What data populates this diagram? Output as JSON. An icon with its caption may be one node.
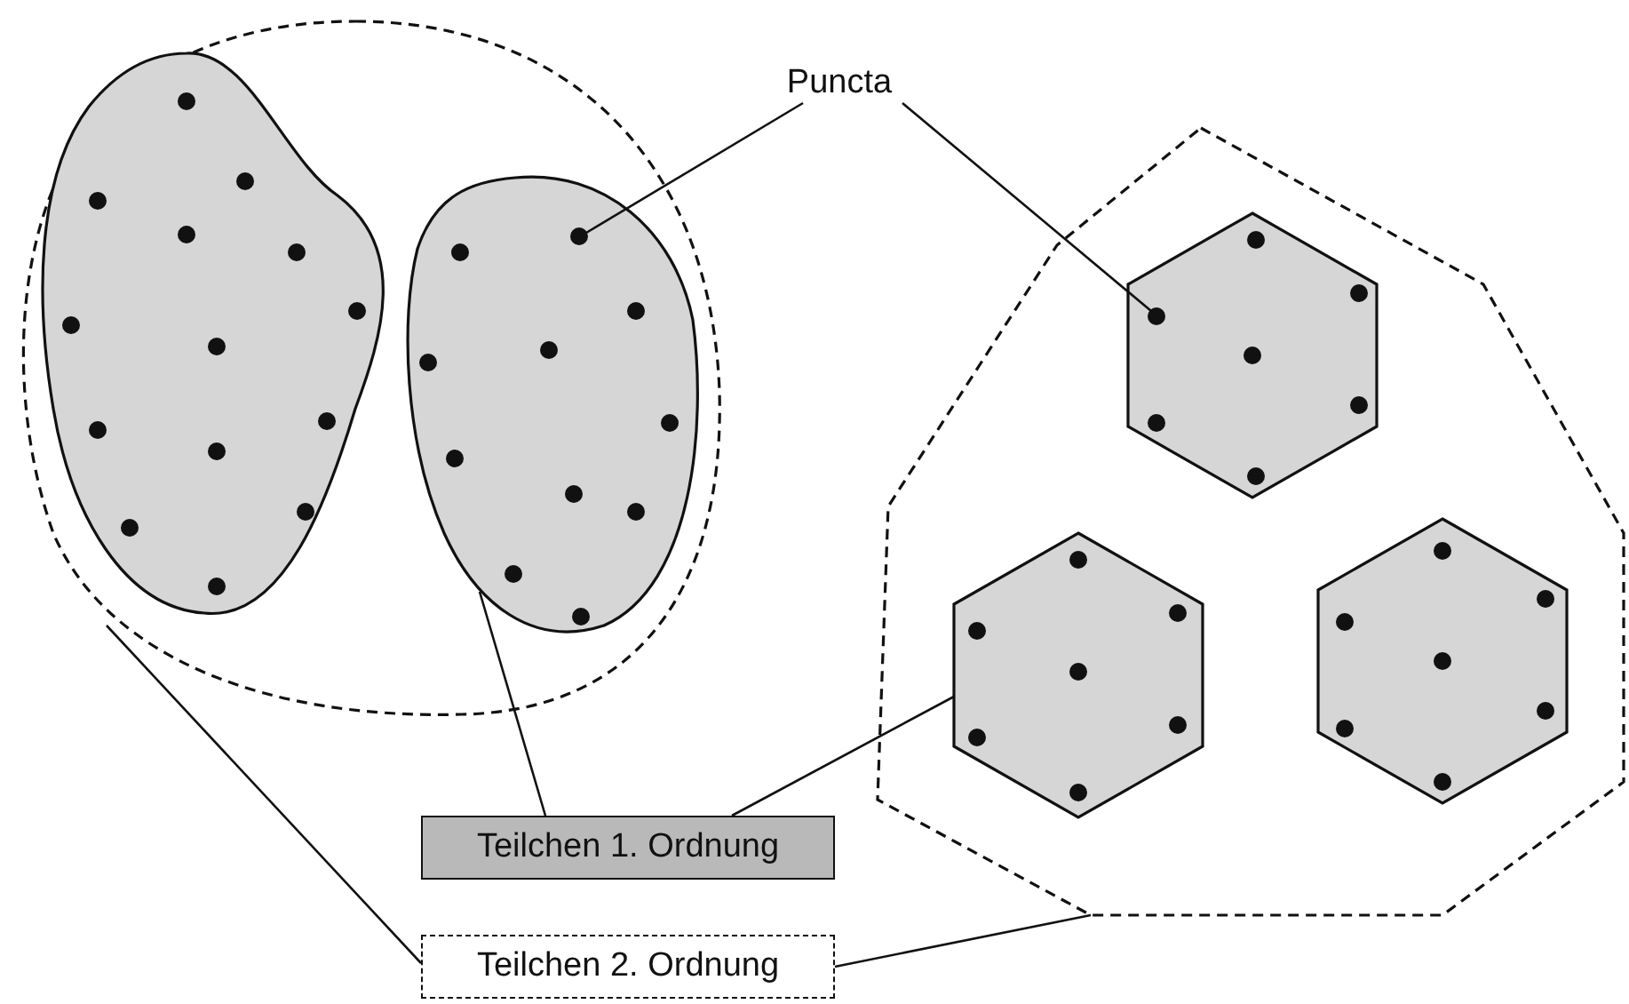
{
  "diagram": {
    "nodes": [
      {
        "text": [],
        "shape": "oval"
      },
      {
        "text": [],
        "shape": "blob",
        "in": 0
      },
      {
        "text": [],
        "shape": "circle",
        "in": 1
      },
      {
        "text": [],
        "shape": "circle",
        "in": 1
      },
      {
        "text": [],
        "shape": "circle",
        "in": 1
      },
      {
        "text": [],
        "shape": "circle",
        "in": 1
      },
      {
        "text": [],
        "shape": "circle",
        "in": 1
      },
      {
        "text": [],
        "shape": "circle",
        "in": 1
      },
      {
        "text": [],
        "shape": "circle",
        "in": 1
      },
      {
        "text": [],
        "shape": "circle",
        "in": 1
      },
      {
        "text": [],
        "shape": "circle",
        "in": 1
      },
      {
        "text": [],
        "shape": "circle",
        "in": 1
      },
      {
        "text": [],
        "shape": "circle",
        "in": 1
      },
      {
        "text": [],
        "shape": "circle",
        "in": 1
      },
      {
        "text": [],
        "shape": "circle",
        "in": 1
      },
      {
        "text": [],
        "shape": "circle",
        "in": 1
      },
      {
        "text": [],
        "shape": "blob",
        "in": 0
      },
      {
        "text": [],
        "shape": "circle",
        "in": 16
      },
      {
        "text": [],
        "shape": "circle",
        "in": 16
      },
      {
        "text": [],
        "shape": "circle",
        "in": 16
      },
      {
        "text": [],
        "shape": "circle",
        "in": 16
      },
      {
        "text": [],
        "shape": "circle",
        "in": 16
      },
      {
        "text": [],
        "shape": "circle",
        "in": 16
      },
      {
        "text": [],
        "shape": "circle",
        "in": 16
      },
      {
        "text": [],
        "shape": "circle",
        "in": 16
      },
      {
        "text": [],
        "shape": "circle",
        "in": 16
      },
      {
        "text": [],
        "shape": "circle",
        "in": 16
      },
      {
        "text": [],
        "shape": "circle",
        "in": 16
      },
      {
        "text": [
          "Puncta"
        ]
      },
      {
        "text": [],
        "shape": "polygon"
      },
      {
        "text": [],
        "shape": "hexagon",
        "in": 29
      },
      {
        "text": [],
        "shape": "circle",
        "in": 30
      },
      {
        "text": [],
        "shape": "circle",
        "in": 30
      },
      {
        "text": [],
        "shape": "circle",
        "in": 30
      },
      {
        "text": [],
        "shape": "circle",
        "in": 30
      },
      {
        "text": [],
        "shape": "circle",
        "in": 30
      },
      {
        "text": [],
        "shape": "circle",
        "in": 30
      },
      {
        "text": [],
        "shape": "circle",
        "in": 30
      },
      {
        "text": [],
        "shape": "hexagon",
        "in": 29
      },
      {
        "text": [],
        "shape": "circle",
        "in": 38
      },
      {
        "text": [],
        "shape": "circle",
        "in": 38
      },
      {
        "text": [],
        "shape": "circle",
        "in": 38
      },
      {
        "text": [],
        "shape": "circle",
        "in": 38
      },
      {
        "text": [],
        "shape": "circle",
        "in": 38
      },
      {
        "text": [],
        "shape": "circle",
        "in": 38
      },
      {
        "text": [],
        "shape": "circle",
        "in": 38
      },
      {
        "text": [],
        "shape": "hexagon",
        "in": 29
      },
      {
        "text": [],
        "shape": "circle",
        "in": 46
      },
      {
        "text": [],
        "shape": "circle",
        "in": 46
      },
      {
        "text": [],
        "shape": "circle",
        "in": 46
      },
      {
        "text": [],
        "shape": "circle",
        "in": 46
      },
      {
        "text": [],
        "shape": "circle",
        "in": 46
      },
      {
        "text": [],
        "shape": "circle",
        "in": 46
      },
      {
        "text": [],
        "shape": "circle",
        "in": 46
      },
      {
        "text": [
          "Teilchen 1. Ordnung"
        ]
      },
      {
        "text": [
          "Teilchen 2. Ordnung"
        ]
      }
    ],
    "edges": [
      {
        "from": 28,
        "to": 17,
        "arrow": "none"
      },
      {
        "from": 28,
        "to": 33,
        "arrow": "none"
      },
      {
        "from": 54,
        "to": 16,
        "arrow": "none"
      },
      {
        "from": 54,
        "to": 38,
        "arrow": "none"
      },
      {
        "from": 55,
        "to": 0,
        "arrow": "none"
      },
      {
        "from": 55,
        "to": 29,
        "arrow": "none"
      }
    ]
  }
}
